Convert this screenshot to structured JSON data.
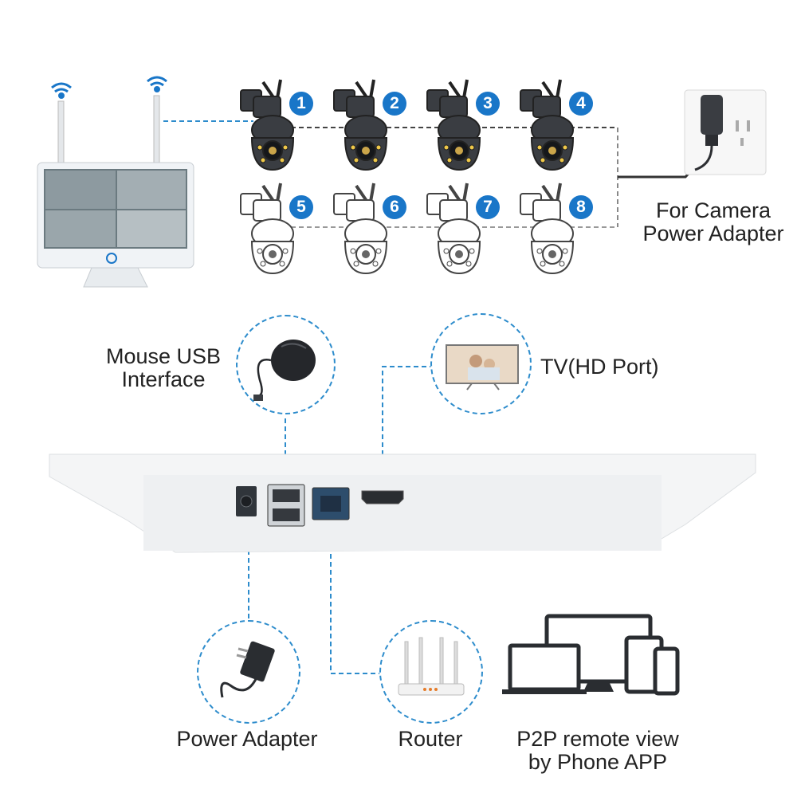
{
  "cameras": [
    {
      "number": "1",
      "style": "dark"
    },
    {
      "number": "2",
      "style": "dark"
    },
    {
      "number": "3",
      "style": "dark"
    },
    {
      "number": "4",
      "style": "dark"
    },
    {
      "number": "5",
      "style": "outline"
    },
    {
      "number": "6",
      "style": "outline"
    },
    {
      "number": "7",
      "style": "outline"
    },
    {
      "number": "8",
      "style": "outline"
    }
  ],
  "labels": {
    "camera_power_line1": "For Camera",
    "camera_power_line2": "Power Adapter",
    "mouse_line1": "Mouse USB",
    "mouse_line2": "Interface",
    "tv": "TV(HD Port)",
    "power_adapter": "Power Adapter",
    "router": "Router",
    "p2p_line1": "P2P remote view",
    "p2p_line2": "by Phone APP"
  },
  "colors": {
    "accent": "#1976c8",
    "dashed_line": "#2d8ccc",
    "camera_dark": "#3a3d42"
  },
  "icons": [
    "wifi-icon",
    "nvr-monitor",
    "camera-icon",
    "wall-socket-icon",
    "mouse-icon",
    "tv-icon",
    "power-adapter-icon",
    "router-icon",
    "devices-icon"
  ]
}
